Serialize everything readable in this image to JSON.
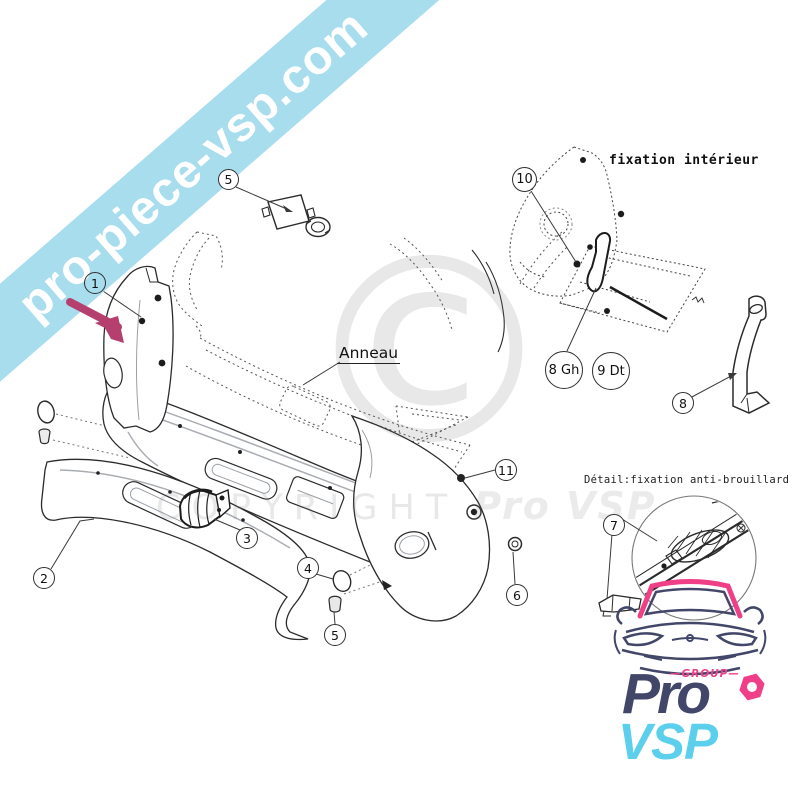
{
  "banner": {
    "text": "pro-piece-vsp.com",
    "bg_color": "#a8dded",
    "text_color": "#ffffff"
  },
  "arrow": {
    "color": "#b5406f"
  },
  "watermark": {
    "symbol": "©",
    "line": "COPYRIGHT",
    "brand": "Pro VSP"
  },
  "diagram": {
    "labels": {
      "anneau": "Anneau",
      "fixation_interieur": "fixation intérieur",
      "detail_antibrouillard": "Détail:fixation anti-brouillard"
    },
    "callouts": [
      {
        "number": "1"
      },
      {
        "number": "2"
      },
      {
        "number": "3"
      },
      {
        "number": "4"
      },
      {
        "number": "5"
      },
      {
        "number": "5"
      },
      {
        "number": "6"
      },
      {
        "number": "7"
      },
      {
        "number": "8"
      },
      {
        "number": "8 Gh"
      },
      {
        "number": "9 Dt"
      },
      {
        "number": "10"
      },
      {
        "number": "11"
      }
    ]
  },
  "logo": {
    "group": "—GROUP—",
    "line1": "Pro",
    "line2": "VSP",
    "navy": "#42476a",
    "pink": "#ee3f87",
    "cyan": "#5bcfec"
  }
}
